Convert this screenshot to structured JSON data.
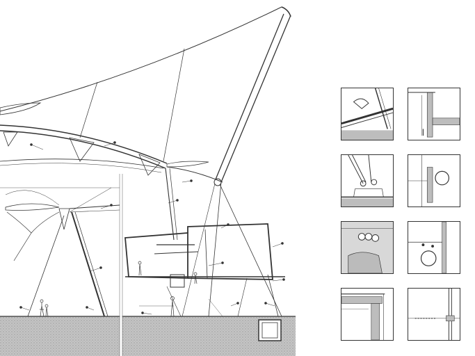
{
  "drawing": {
    "type": "architectural section with construction details",
    "line_color": "#333333",
    "ground_color": "#bdbdbd",
    "hatch_color": "#9a9a9a"
  },
  "details": [
    {
      "id": "d1",
      "icon": "roof-edge-detail"
    },
    {
      "id": "d2",
      "icon": "wall-roof-junction-detail"
    },
    {
      "id": "d3",
      "icon": "strut-base-detail"
    },
    {
      "id": "d4",
      "icon": "pipe-wall-detail"
    },
    {
      "id": "d5",
      "icon": "bolted-node-detail"
    },
    {
      "id": "d6",
      "icon": "pipe-anchor-detail"
    },
    {
      "id": "d7",
      "icon": "slab-corner-detail"
    },
    {
      "id": "d8",
      "icon": "wall-joint-detail"
    }
  ]
}
